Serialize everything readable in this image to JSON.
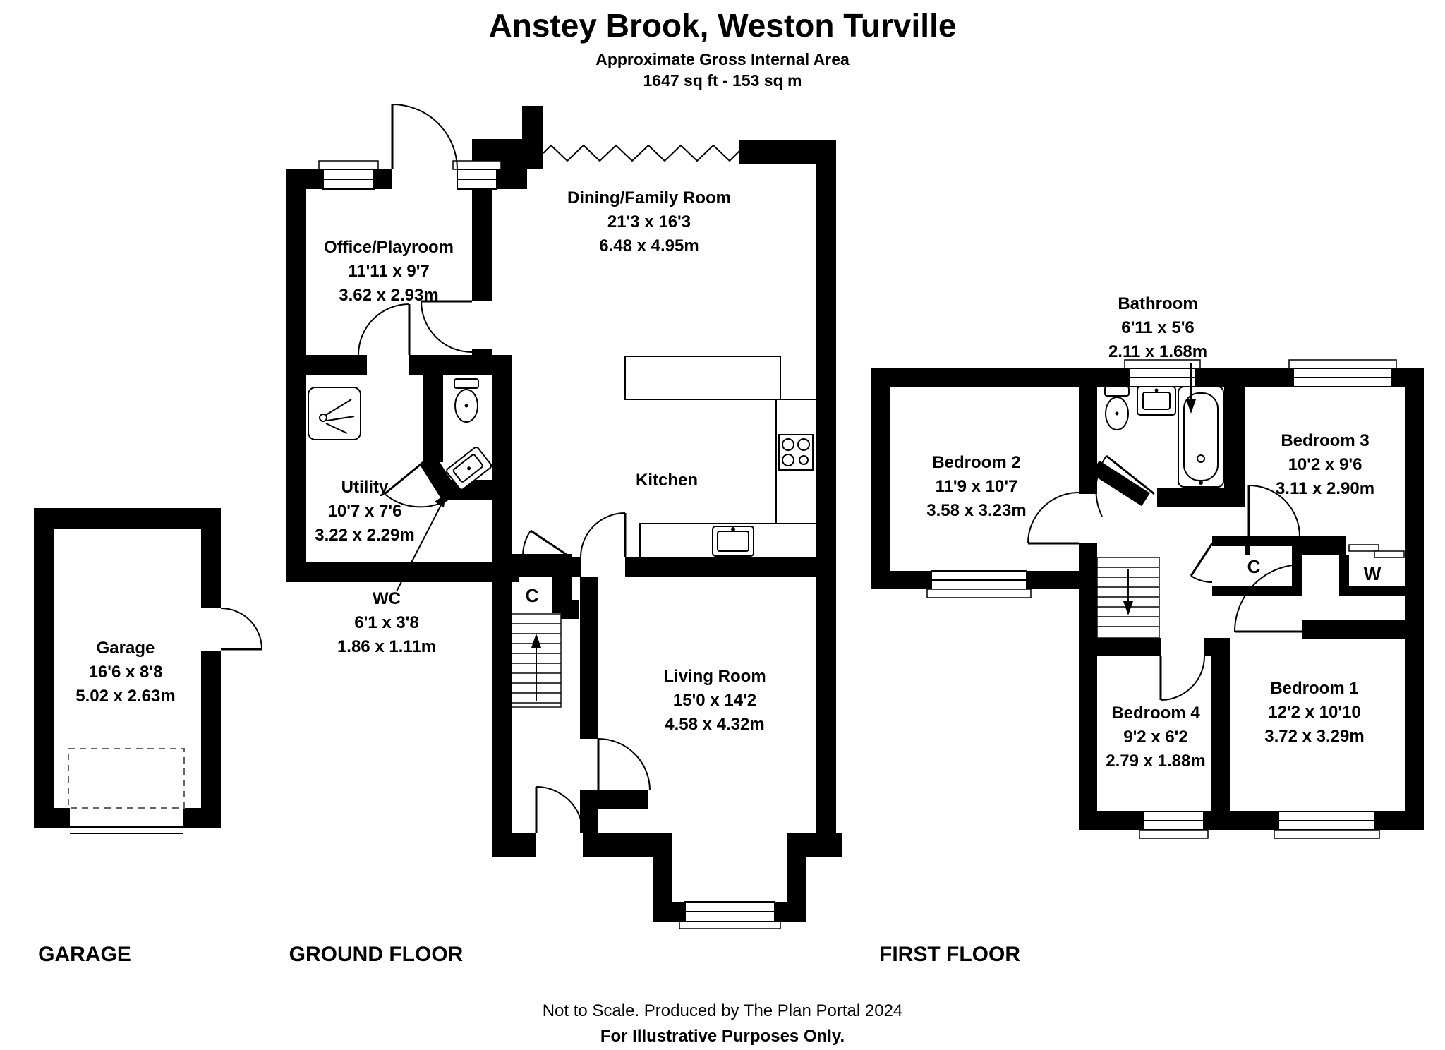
{
  "header": {
    "title": "Anstey Brook, Weston Turville",
    "subtitle": "Approximate Gross Internal Area",
    "area": "1647 sq ft - 153 sq m"
  },
  "sections": {
    "garage": "GARAGE",
    "ground": "GROUND FLOOR",
    "first": "FIRST FLOOR"
  },
  "rooms": {
    "office": {
      "name": "Office/Playroom",
      "imperial": "11'11 x 9'7",
      "metric": "3.62 x 2.93m"
    },
    "dining": {
      "name": "Dining/Family Room",
      "imperial": "21'3 x 16'3",
      "metric": "6.48 x 4.95m"
    },
    "kitchen": {
      "name": "Kitchen"
    },
    "utility": {
      "name": "Utility",
      "imperial": "10'7 x 7'6",
      "metric": "3.22 x 2.29m"
    },
    "wc": {
      "name": "WC",
      "imperial": "6'1 x 3'8",
      "metric": "1.86 x 1.11m"
    },
    "living": {
      "name": "Living Room",
      "imperial": "15'0 x 14'2",
      "metric": "4.58 x 4.32m"
    },
    "garage": {
      "name": "Garage",
      "imperial": "16'6 x 8'8",
      "metric": "5.02 x 2.63m"
    },
    "bedroom1": {
      "name": "Bedroom 1",
      "imperial": "12'2 x 10'10",
      "metric": "3.72 x 3.29m"
    },
    "bedroom2": {
      "name": "Bedroom 2",
      "imperial": "11'9 x 10'7",
      "metric": "3.58 x 3.23m"
    },
    "bedroom3": {
      "name": "Bedroom 3",
      "imperial": "10'2 x 9'6",
      "metric": "3.11 x 2.90m"
    },
    "bedroom4": {
      "name": "Bedroom 4",
      "imperial": "9'2 x 6'2",
      "metric": "2.79 x 1.88m"
    },
    "bathroom": {
      "name": "Bathroom",
      "imperial": "6'11 x 5'6",
      "metric": "2.11 x 1.68m"
    },
    "cupboard": {
      "label": "C"
    },
    "wardrobe": {
      "label": "W"
    }
  },
  "footer": {
    "line1": "Not to Scale. Produced by The Plan Portal 2024",
    "line2": "For Illustrative Purposes Only."
  },
  "colors": {
    "wall": "#000000",
    "background": "#ffffff"
  }
}
